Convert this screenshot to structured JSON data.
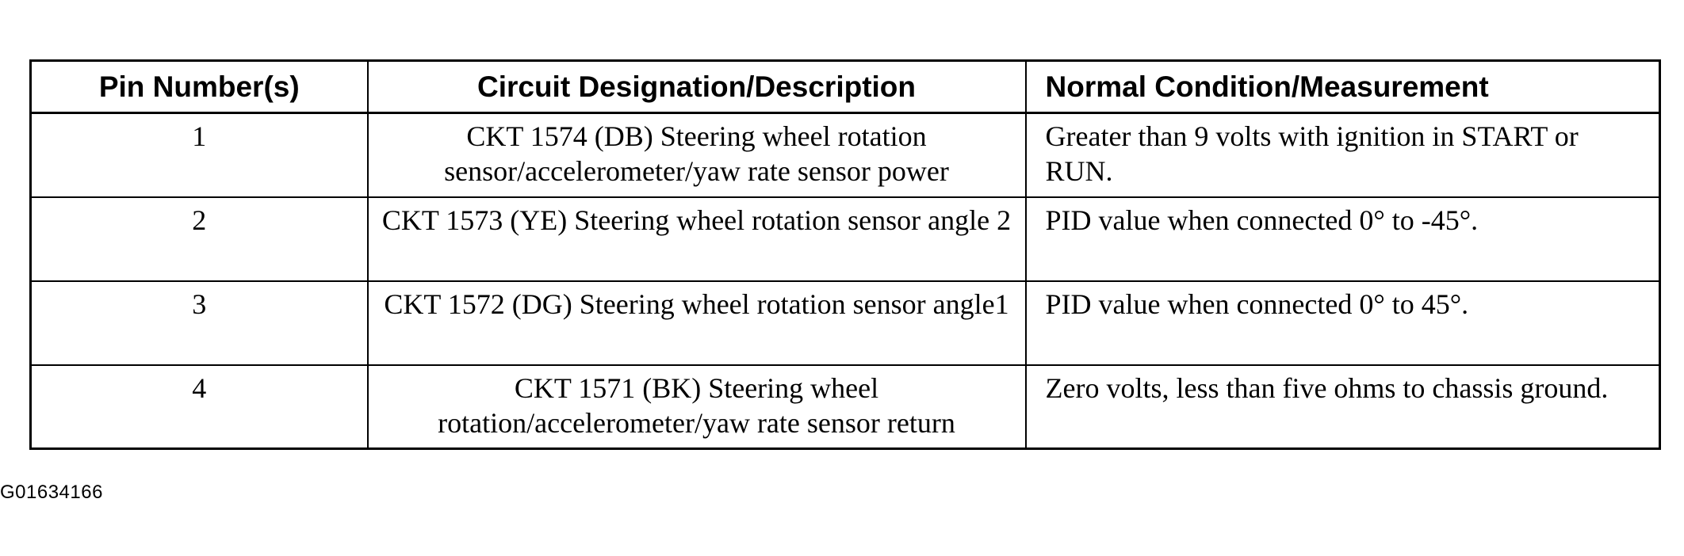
{
  "table": {
    "headers": {
      "pin": "Pin Number(s)",
      "circuit": "Circuit Designation/Description",
      "condition": "Normal Condition/Measurement"
    },
    "rows": [
      {
        "pin": "1",
        "circuit": "CKT 1574 (DB) Steering wheel rotation sensor/accelerometer/yaw rate sensor power",
        "condition": "Greater than 9 volts with ignition in START or RUN."
      },
      {
        "pin": "2",
        "circuit": "CKT 1573 (YE) Steering wheel rotation sensor angle 2",
        "condition": "PID value when connected 0° to -45°."
      },
      {
        "pin": "3",
        "circuit": "CKT 1572 (DG) Steering wheel rotation sensor angle1",
        "condition": "PID value when connected 0° to 45°."
      },
      {
        "pin": "4",
        "circuit": "CKT 1571 (BK) Steering wheel rotation/accelerometer/yaw rate sensor return",
        "condition": "Zero volts, less than five ohms to chassis ground."
      }
    ]
  },
  "figure_id": "G01634166"
}
